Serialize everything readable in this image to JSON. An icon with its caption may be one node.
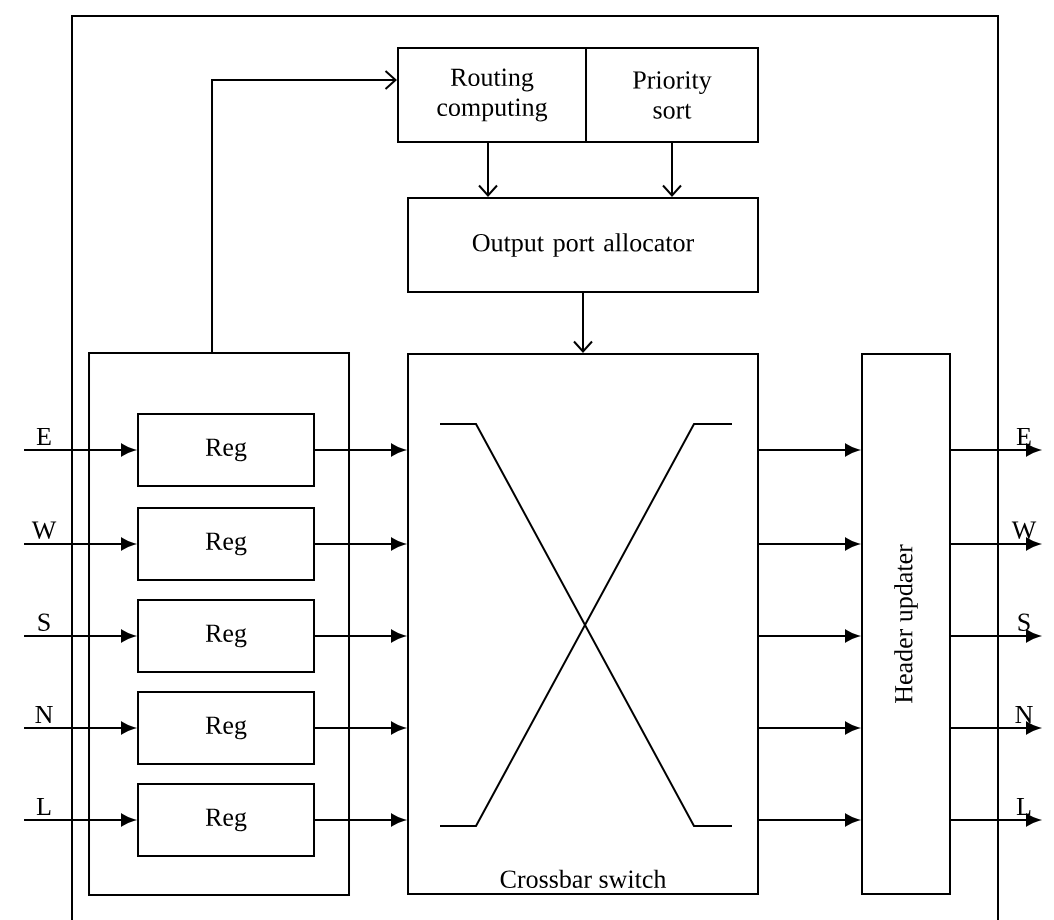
{
  "diagram": {
    "nodes": [
      {
        "text": [
          "Routing computing"
        ]
      },
      {
        "text": [
          "Priority sort"
        ]
      },
      {
        "text": [
          "Output port allocator"
        ]
      },
      {
        "text": [],
        "shape": "box"
      },
      {
        "text": [
          "Reg"
        ],
        "in": 3
      },
      {
        "text": [
          "Reg"
        ],
        "in": 3
      },
      {
        "text": [
          "Reg"
        ],
        "in": 3
      },
      {
        "text": [
          "Reg"
        ],
        "in": 3
      },
      {
        "text": [
          "Reg"
        ],
        "in": 3
      },
      {
        "text": [
          "Crossbar switch"
        ]
      },
      {
        "text": [
          "Header updater"
        ]
      }
    ],
    "edges": [
      {
        "from": null,
        "to": 4,
        "arrow": "to",
        "label": "E"
      },
      {
        "from": null,
        "to": 5,
        "arrow": "to",
        "label": "W"
      },
      {
        "from": null,
        "to": 6,
        "arrow": "to",
        "label": "S"
      },
      {
        "from": null,
        "to": 7,
        "arrow": "to",
        "label": "N"
      },
      {
        "from": null,
        "to": 8,
        "arrow": "to",
        "label": "L"
      },
      {
        "from": 4,
        "to": 9,
        "arrow": "to"
      },
      {
        "from": 5,
        "to": 9,
        "arrow": "to"
      },
      {
        "from": 6,
        "to": 9,
        "arrow": "to"
      },
      {
        "from": 7,
        "to": 9,
        "arrow": "to"
      },
      {
        "from": 8,
        "to": 9,
        "arrow": "to"
      },
      {
        "from": 9,
        "to": 10,
        "arrow": "to"
      },
      {
        "from": 9,
        "to": 10,
        "arrow": "to"
      },
      {
        "from": 9,
        "to": 10,
        "arrow": "to"
      },
      {
        "from": 9,
        "to": 10,
        "arrow": "to"
      },
      {
        "from": 9,
        "to": 10,
        "arrow": "to"
      },
      {
        "from": 10,
        "to": null,
        "arrow": "to",
        "label": "E"
      },
      {
        "from": 10,
        "to": null,
        "arrow": "to",
        "label": "W"
      },
      {
        "from": 10,
        "to": null,
        "arrow": "to",
        "label": "S"
      },
      {
        "from": 10,
        "to": null,
        "arrow": "to",
        "label": "N"
      },
      {
        "from": 10,
        "to": null,
        "arrow": "to",
        "label": "L"
      },
      {
        "from": 3,
        "to": 0,
        "arrow": "to"
      },
      {
        "from": 0,
        "to": 2,
        "arrow": "to"
      },
      {
        "from": 1,
        "to": 2,
        "arrow": "to"
      },
      {
        "from": 2,
        "to": 9,
        "arrow": "to"
      }
    ]
  }
}
